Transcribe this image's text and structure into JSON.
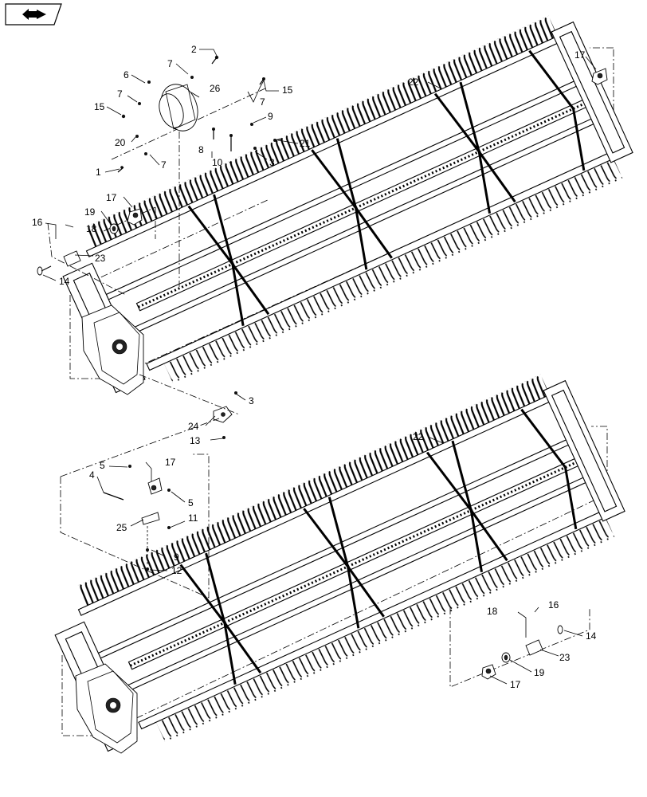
{
  "page": {
    "nav_icon": "back-arrow-icon",
    "colors": {
      "line": "#000000",
      "background": "#ffffff"
    }
  },
  "callouts": {
    "c1": "1",
    "c2": "2",
    "c3a": "3",
    "c3b": "3",
    "c4": "4",
    "c5a": "5",
    "c5b": "5",
    "c6": "6",
    "c7a": "7",
    "c7b": "7",
    "c7c": "7",
    "c7d": "7",
    "c8": "8",
    "c9a": "9",
    "c9b": "9",
    "c10": "10",
    "c11": "11",
    "c12": "12",
    "c13": "13",
    "c14a": "14",
    "c14b": "14",
    "c15a": "15",
    "c15b": "15",
    "c16a": "16",
    "c16b": "16",
    "c17a": "17",
    "c17b": "17",
    "c17c": "17",
    "c17d": "17",
    "c18a": "18",
    "c18b": "18",
    "c19a": "19",
    "c19b": "19",
    "c20": "20",
    "c21": "21",
    "c22a": "22",
    "c22b": "22",
    "c23a": "23",
    "c23b": "23",
    "c24": "24",
    "c25": "25",
    "c26": "26"
  }
}
